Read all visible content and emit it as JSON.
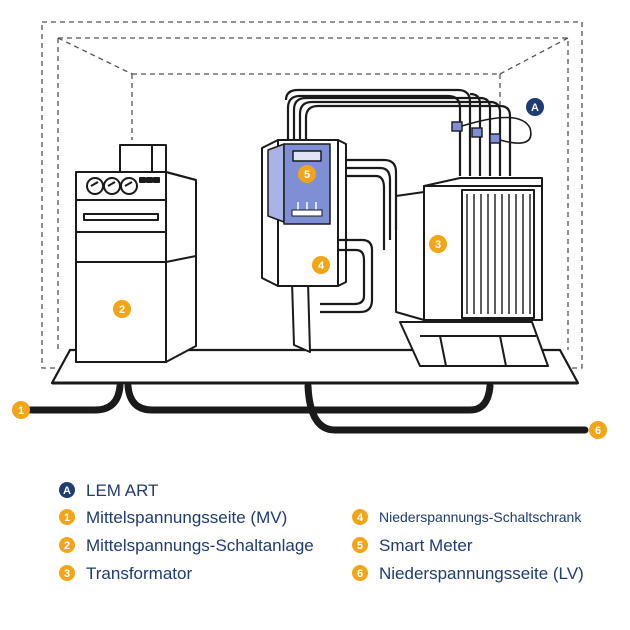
{
  "colors": {
    "line": "#1a1a1a",
    "dashed": "#555555",
    "badge_orange": "#f2a516",
    "badge_navy": "#1f3b73",
    "legend_text": "#1f3b73",
    "meter_blue": "#7f8fd6",
    "meter_blue_light": "#a9b3e6"
  },
  "markers": {
    "a": "A",
    "m1": "1",
    "m2": "2",
    "m3": "3",
    "m4": "4",
    "m5": "5",
    "m6": "6"
  },
  "legend": [
    {
      "badge": "A",
      "text": "LEM ART",
      "badge_color": "navy"
    },
    {
      "badge": "1",
      "text": "Mittelspannungsseite (MV)",
      "badge_color": "orange"
    },
    {
      "badge": "2",
      "text": "Mittelspannungs-Schaltanlage",
      "badge_color": "orange"
    },
    {
      "badge": "3",
      "text": "Transformator",
      "badge_color": "orange"
    },
    {
      "badge": "4",
      "text": "Niederspannungs-Schaltschrank",
      "badge_color": "orange"
    },
    {
      "badge": "5",
      "text": "Smart Meter",
      "badge_color": "orange"
    },
    {
      "badge": "6",
      "text": "Niederspannungsseite (LV)",
      "badge_color": "orange"
    }
  ]
}
